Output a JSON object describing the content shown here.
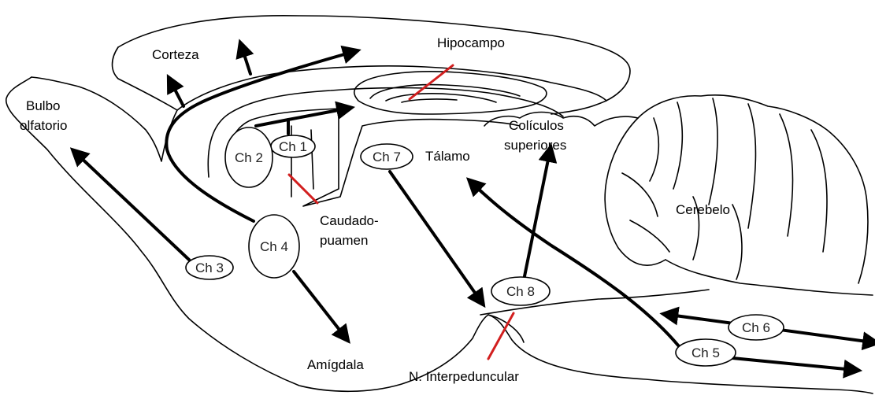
{
  "labels": {
    "corteza": "Corteza",
    "hipocampo": "Hipocampo",
    "bulbo_line1": "Bulbo",
    "bulbo_line2": "olfatorio",
    "coliculos_line1": "Colículos",
    "coliculos_line2": "superiores",
    "talamo": "Tálamo",
    "caudado_line1": "Caudado-",
    "caudado_line2": "puamen",
    "cerebelo": "Cerebelo",
    "amigdala": "Amígdala",
    "interpeduncular": "N. Interpeduncular"
  },
  "nuclei": {
    "ch1": "Ch 1",
    "ch2": "Ch 2",
    "ch3": "Ch 3",
    "ch4": "Ch 4",
    "ch5": "Ch 5",
    "ch6": "Ch 6",
    "ch7": "Ch 7",
    "ch8": "Ch 8"
  }
}
